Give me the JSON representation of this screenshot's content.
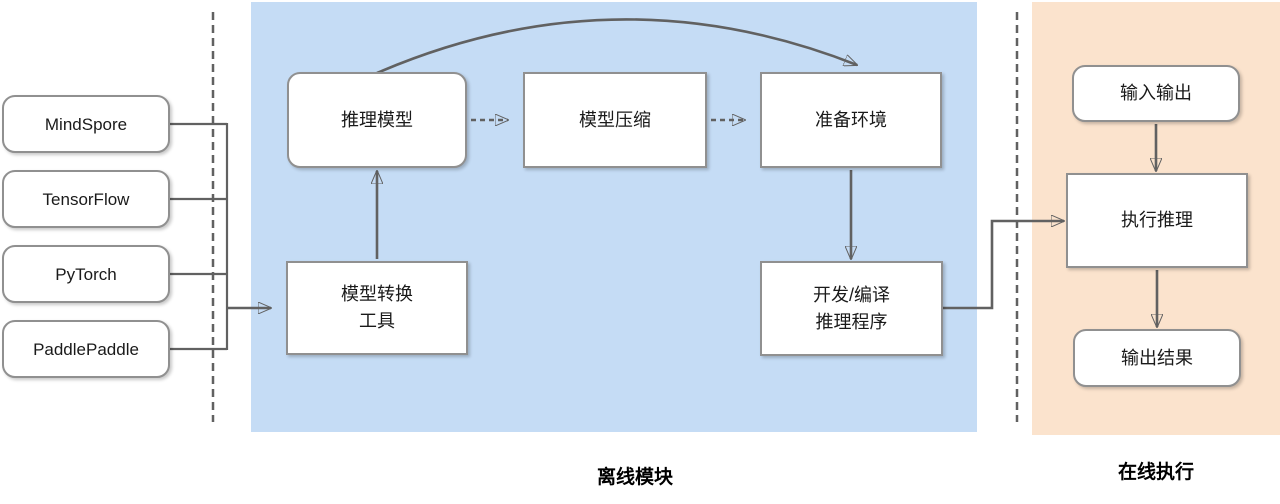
{
  "colors": {
    "offline_bg": "#c5dcf5",
    "online_bg": "#fbe3cd",
    "box_fill": "#ffffff",
    "box_border": "#909090",
    "arrow": "#616161",
    "text": "#1a1a1a"
  },
  "frameworks": {
    "items": [
      {
        "label": "MindSpore"
      },
      {
        "label": "TensorFlow"
      },
      {
        "label": "PyTorch"
      },
      {
        "label": "PaddlePaddle"
      }
    ]
  },
  "offline": {
    "label": "离线模块",
    "nodes": {
      "inference_model": {
        "label": "推理模型"
      },
      "model_compression": {
        "label": "模型压缩"
      },
      "prepare_env": {
        "label": "准备环境"
      },
      "conversion_tool": {
        "label": "模型转换\n工具"
      },
      "dev_compile": {
        "label": "开发/编译\n推理程序"
      }
    }
  },
  "online": {
    "label": "在线执行",
    "nodes": {
      "input_output": {
        "label": "输入输出"
      },
      "execute_inference": {
        "label": "执行推理"
      },
      "output_result": {
        "label": "输出结果"
      }
    }
  }
}
